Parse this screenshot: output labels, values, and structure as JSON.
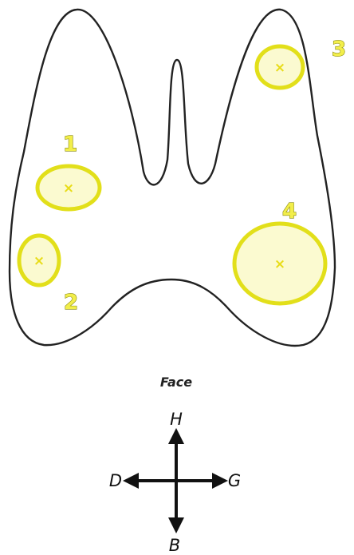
{
  "view_label": "Face",
  "colors": {
    "outline": "#222222",
    "zone_fill": "#f5f38f",
    "zone_stroke": "#e2df1a",
    "zone_number": "#f2ee4a",
    "arrow": "#111111"
  },
  "zones": [
    {
      "number": "1",
      "marker": "×"
    },
    {
      "number": "2",
      "marker": "×"
    },
    {
      "number": "3",
      "marker": "×"
    },
    {
      "number": "4",
      "marker": "×"
    }
  ],
  "directions": {
    "up": "H",
    "down": "B",
    "left": "D",
    "right": "G"
  },
  "icons": [
    "tooth-outline",
    "direction-cross-arrows"
  ]
}
